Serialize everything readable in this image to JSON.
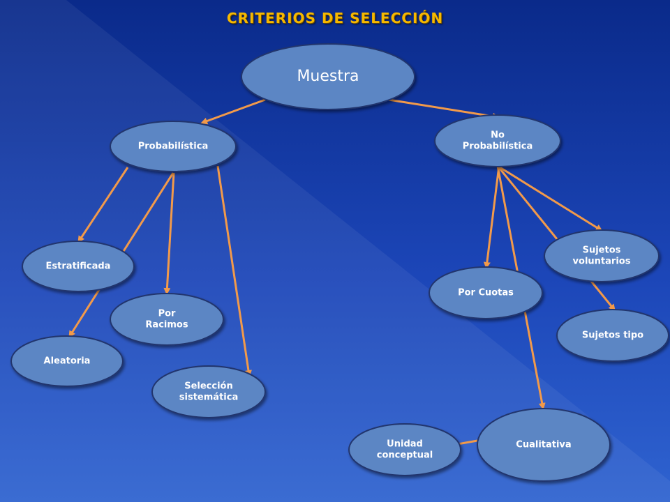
{
  "title": "CRITERIOS DE SELECCIÓN",
  "colors": {
    "node_fill": "#5b86c4",
    "node_stroke": "#20356d",
    "arrow": "#f29a4a",
    "title": "#f6b800"
  },
  "nodes": {
    "muestra": {
      "lines": [
        "Muestra"
      ]
    },
    "probabilistica": {
      "lines": [
        "Probabilística"
      ]
    },
    "no_probabilistica": {
      "lines": [
        "No",
        "Probabilística"
      ]
    },
    "estratificada": {
      "lines": [
        "Estratificada"
      ]
    },
    "por_racimos": {
      "lines": [
        "Por",
        "Racimos"
      ]
    },
    "aleatoria": {
      "lines": [
        "Aleatoria"
      ]
    },
    "seleccion_sistematica": {
      "lines": [
        "Selección",
        "sistemática"
      ]
    },
    "por_cuotas": {
      "lines": [
        "Por  Cuotas"
      ]
    },
    "sujetos_voluntarios": {
      "lines": [
        "Sujetos",
        "voluntarios"
      ]
    },
    "sujetos_tipo": {
      "lines": [
        "Sujetos tipo"
      ]
    },
    "cualitativa": {
      "lines": [
        "Cualitativa"
      ]
    },
    "unidad_conceptual": {
      "lines": [
        "Unidad",
        "conceptual"
      ]
    }
  },
  "edges": [
    {
      "from": "muestra",
      "to": "probabilistica"
    },
    {
      "from": "muestra",
      "to": "no_probabilistica"
    },
    {
      "from": "probabilistica",
      "to": "estratificada"
    },
    {
      "from": "probabilistica",
      "to": "aleatoria"
    },
    {
      "from": "probabilistica",
      "to": "por_racimos"
    },
    {
      "from": "probabilistica",
      "to": "seleccion_sistematica"
    },
    {
      "from": "no_probabilistica",
      "to": "por_cuotas"
    },
    {
      "from": "no_probabilistica",
      "to": "sujetos_voluntarios"
    },
    {
      "from": "no_probabilistica",
      "to": "sujetos_tipo"
    },
    {
      "from": "no_probabilistica",
      "to": "cualitativa"
    },
    {
      "from": "cualitativa",
      "to": "unidad_conceptual"
    }
  ]
}
